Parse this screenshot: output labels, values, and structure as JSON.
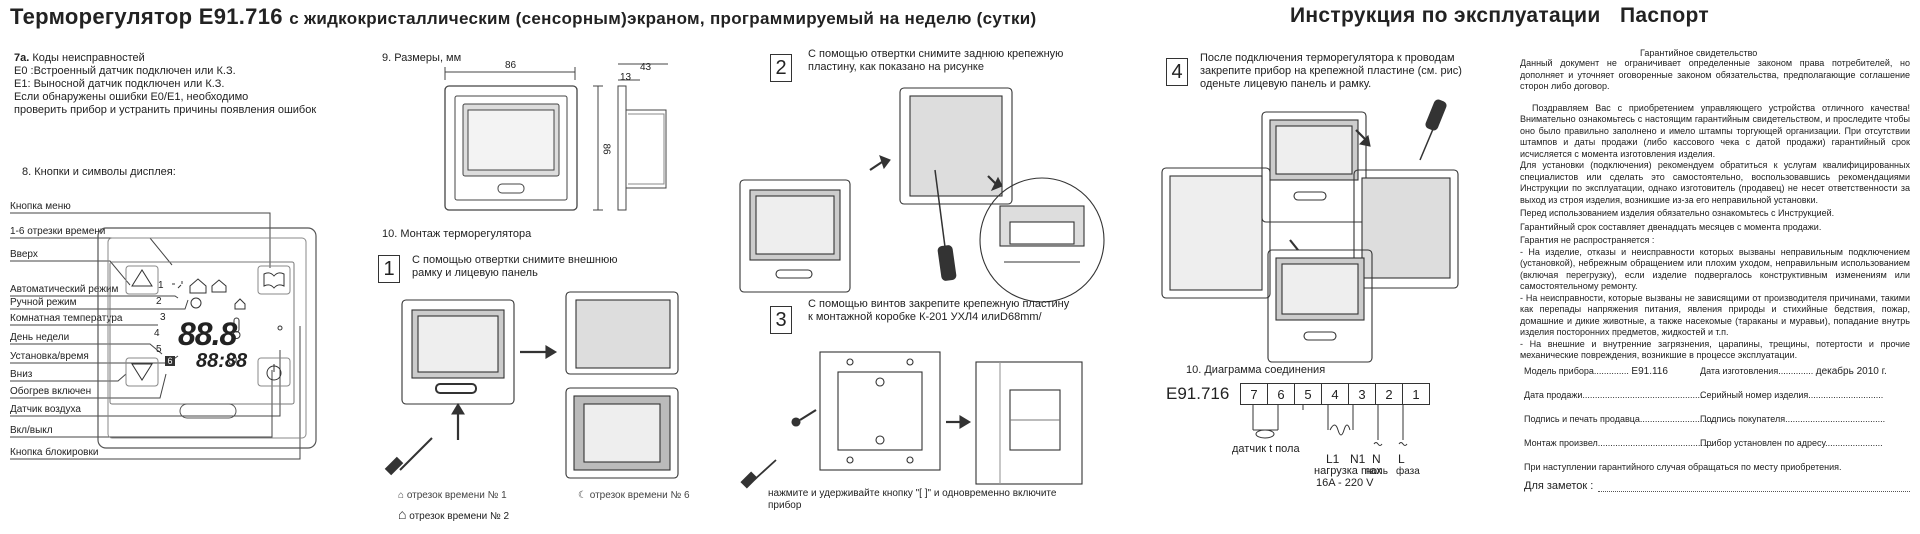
{
  "header": {
    "title_bold": "Терморегулятор E91.716",
    "title_rest": "с жидкокристаллическим (сенсорным)экраном, программируемый на неделю (сутки)",
    "instruction": "Инструкция по эксплуатации",
    "passport": "Паспорт"
  },
  "errors": {
    "heading_num": "7а.",
    "heading": "Коды неисправностей",
    "lines": [
      "E0 :Встроенный датчик подключен или К.З.",
      "E1: Выносной датчик подключен или К.З.",
      " Если обнаружены ошибки E0/E1, необходимо",
      "проверить прибор и устранить причины появления ошибок"
    ]
  },
  "buttons_section": {
    "heading": "8. Кнопки и символы дисплея:",
    "labels": [
      "Кнопка меню",
      "1-6 отрезки времени",
      "Вверх",
      "Автоматический режим",
      "Ручной режим",
      "Комнатная температура",
      "День недели",
      "Установка/время",
      "Вниз",
      "Обогрев включен",
      "Датчик воздуха",
      "Вкл/выкл",
      "Кнопка блокировки"
    ],
    "display_digits": "88.8",
    "display_time": "88:88",
    "segment_numbers": [
      "1",
      "2",
      "3",
      "4",
      "5",
      "6"
    ]
  },
  "legend_bottom": {
    "seg1": "отрезок времени № 1",
    "seg2": "отрезок времени № 2",
    "seg6": "отрезок времени № 6"
  },
  "dimensions": {
    "heading": "9. Размеры, мм",
    "w": "86",
    "h": "86",
    "d1": "43",
    "d2": "13"
  },
  "mounting": {
    "heading": "10. Монтаж терморегулятора",
    "step1_num": "1",
    "step1_text": [
      "С помощью отвертки снимите внешнюю",
      "рамку и лицевую панель"
    ],
    "step2_num": "2",
    "step2_text": [
      "С помощью отвертки снимите заднюю крепежную",
      "пластину, как показано на рисунке"
    ],
    "step3_num": "3",
    "step3_text": [
      "С помощью винтов закрепите крепежную пластину",
      "к монтажной коробке К-201 УХЛ4 илиD68mm/"
    ],
    "step4_num": "4",
    "step4_text": [
      "После подключения терморегулятора к проводам",
      "закрепите прибор на крепежной пластине (см. рис)",
      "оденьте лицевую панель и рамку."
    ],
    "bottom_note": [
      "нажмите и удерживайте кнопку \"[ ]\" и одновременно включите",
      "прибор"
    ]
  },
  "wiring": {
    "heading": "10. Диаграмма соединения",
    "model": "E91.716",
    "terminals": [
      "7",
      "6",
      "5",
      "4",
      "3",
      "2",
      "1"
    ],
    "sensor": "датчик t пола",
    "l1": "L1",
    "n1": "N1",
    "load1": "нагрузка max",
    "load2": "16A - 220 V",
    "n": "N",
    "l": "L",
    "zero": "ноль",
    "phase": "фаза"
  },
  "warranty": {
    "title": "Гарантийное свидетельство",
    "p1": "Данный документ не ограничивает определенные законом права потребителей, но дополняет и уточняет оговоренные законом обязательства, предполагающие соглашение сторон либо договор.",
    "p2": "Поздравляем Вас с приобретением управляющего устройства отличного качества! Внимательно ознакомьтесь с настоящим гарантийным свидетельством, и проследите чтобы оно было правильно заполнено и имело штампы торгующей организации. При отсутствии штампов и даты продажи (либо кассового чека с датой продажи) гарантийный срок исчисляется с момента изготовления изделия.",
    "p3": "Для установки (подключения) рекомендуем обратиться к услугам квалифицированных специалистов или сделать это  самостоятельно, воспользовавшись рекомендациями Инструкции по эксплуатации, однако изготовитель (продавец) не несет ответственности за выход из строя изделия, возникшие из-за его неправильной установки.",
    "p4": "Перед использованием изделия обязательно ознакомьтесь с Инструкцией.",
    "p5": "Гарантийный срок составляет двенадцать месяцев с момента продажи.",
    "p6": "Гарантия не распространяется :",
    "p7": "- На изделие, отказы и неисправности которых вызваны неправильным подключением (установкой), небрежным обращением или плохим уходом, неправильным использованием (включая перегрузку), если изделие подвергалось конструктивным изменениям или самостоятельному ремонту.",
    "p8": "- На неисправности, которые вызваны не зависящими от производителя причинами, такими как перепады напряжения питания, явления природы   и стихийные бедствия, пожар, домашние и дикие животные, а также насекомые (тараканы и муравьи), попадание внутрь изделия посторонних предметов, жидкостей и т.п.",
    "p9": "- На внешние и внутренние загрязнения, царапины, трещины, потертости и прочие механические повреждения, возникшие в процессе эксплуатации.",
    "f_model": "Модель прибора..............",
    "f_model_val": "E91.116",
    "f_made": "Дата изготовления..............",
    "f_made_val": "декабрь 2010 г.",
    "f_sale": "Дата продажи.................................................",
    "f_serial": "Серийный номер изделия..............................",
    "f_seller": "Подпись и печать продавца..............................",
    "f_buyer": "Подпись покупателя........................................",
    "f_mount": "Монтаж произвел..............................................",
    "f_addr": "Прибор установлен по адресу.......................",
    "f_case": "При наступлении гарантийного случая обращаться  по месту приобретения.",
    "notes": "Для заметок :"
  }
}
